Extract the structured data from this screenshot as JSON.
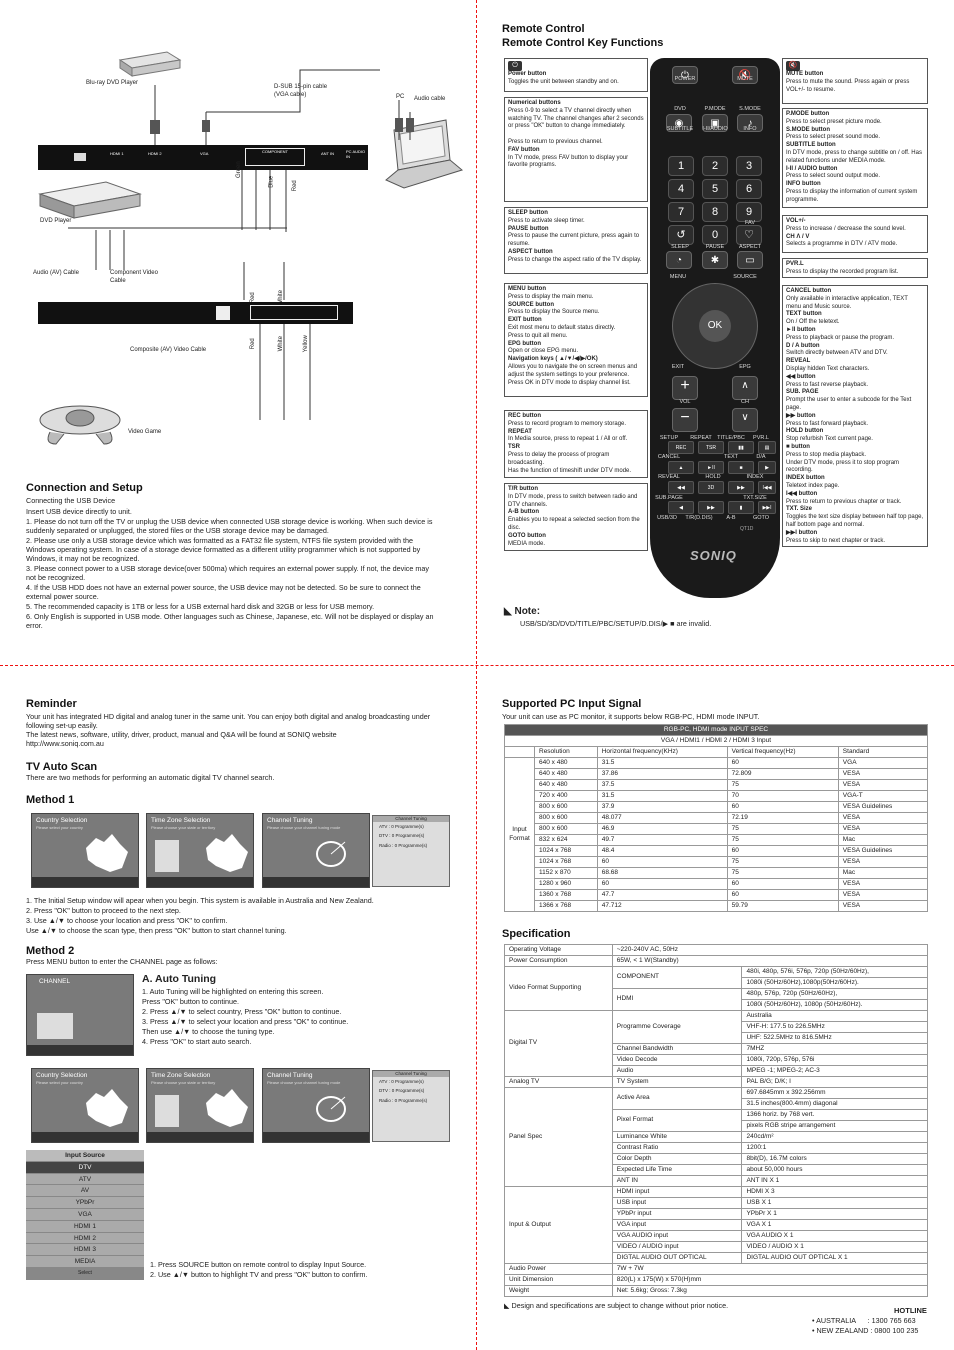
{
  "connection": {
    "labels": {
      "bluray": "Blu-ray DVD Player",
      "dsub": "D-SUB 15-pin cable\n(VGA cable)",
      "pc": "PC",
      "audio_cable": "Audio cable",
      "dvd": "DVD Player",
      "av_cable": "Audio (AV) Cable",
      "component_cable": "Component Video Cable",
      "composite_cable": "Composite (AV) Video Cable",
      "video_game": "Video Game",
      "green": "Green",
      "blue": "Blue",
      "red": "Red",
      "red2": "Red",
      "white": "White",
      "red3": "Red",
      "white2": "White",
      "yellow": "Yellow"
    },
    "panel_ports": [
      "HDMI 1",
      "HDMI 2",
      "VGA",
      "COMPONENT",
      "ANT IN",
      "PC AUDIO IN"
    ],
    "title": "Connection and Setup",
    "usb_title": "Connecting the USB Device",
    "usb_intro": "Insert USB device directly to unit.",
    "items": [
      "1. Please do not turn off the TV or unplug the USB device when connected USB storage device is working. When such device is suddenly separated or unplugged, the stored files or the USB storage device may be damaged.",
      "2. Please use only a USB storage device which was formatted as a FAT32 file system, NTFS file system provided with the Windows operating system. In case of a storage device formatted as a different utility programmer which is not supported by Windows, it may not be recognized.",
      "3. Please connect power to a USB storage device(over 500ma) which requires an external power supply. If not, the device may not be recognized.",
      "4. If the USB HDD does not have an external power source, the USB device may not be detected. So be sure to connect the external power source.",
      "5. The recommended capacity is 1TB or less for a USB external hard disk and 32GB or less for USB memory.",
      "6. Only English is supported in USB mode. Other languages such as Chinese, Japanese, etc. Will not be displayed or display an error."
    ]
  },
  "remote": {
    "title1": "Remote Control",
    "title2": "Remote Control Key Functions",
    "keys": {
      "power": "POWER",
      "mute": "MUTE",
      "dvd": "DVD",
      "pmode": "P.MODE",
      "smode": "S.MODE",
      "subtitle": "SUBTITLE",
      "iii": "I-II/AUDIO",
      "info": "INFO",
      "sleep": "SLEEP",
      "pause": "PAUSE",
      "aspect": "ASPECT",
      "fav": "FAV",
      "menu": "MENU",
      "source": "SOURCE",
      "exit": "EXIT",
      "epg": "EPG",
      "ok": "OK",
      "vol": "VOL",
      "ch": "CH",
      "setup": "SETUP",
      "repeat": "REPEAT",
      "titlepbc": "TITLE/PBC",
      "pvrl": "PVR.L",
      "cancel": "CANCEL",
      "text": "TEXT",
      "da": "D/A",
      "rec": "REC",
      "tsr": "TSR",
      "reveal": "REVEAL",
      "hold": "HOLD",
      "index": "INDEX",
      "subpage": "SUB.PAGE",
      "txtsize": "TXT.SIZE",
      "usb3d": "USB/3D",
      "tr": "T/R(D.DIS)",
      "ab": "A-B",
      "goto": "GOTO",
      "brand": "SONIQ",
      "model": "QT1D"
    },
    "numbers": [
      "1",
      "2",
      "3",
      "4",
      "5",
      "6",
      "7",
      "8",
      "9",
      "0"
    ],
    "left_boxes": [
      "<b>Power button</b><br>Toggles the unit between standby and on.",
      "<b>Numerical buttons</b><br>Press 0-9 to select a TV channel directly when watching TV. The channel changes after 2 seconds or press \"OK\" button to change immediately.<br><br>Press to return to previous channel.<br><b>FAV button</b><br>In TV mode, press FAV button to display your favorite programs.",
      "<b>SLEEP button</b><br>Press to activate sleep timer.<br><b>PAUSE button</b><br>Press to pause the current picture, press again to resume.<br><b>ASPECT button</b><br>Press to change the aspect ratio of the TV display.",
      "<b>MENU button</b><br>Press to display the main menu.<br><b>SOURCE button</b><br>Press to display the Source menu.<br><b>EXIT button</b><br>Exit most menu to default status directly.<br>Press to quit all menu.<br><b>EPG button</b><br>Open or close EPG menu.<br><b>Navigation keys ( ▲/▼/◀/▶/OK)</b><br>Allows you to navigate the on screen menus and adjust the system settings to your preference.<br>Press OK in DTV mode to display channel list.",
      "<b>REC button</b><br>Press to record program to memory storage.<br><b>REPEAT</b><br>In Media source, press to repeat 1 / All or off.<br><b>TSR</b><br>Press to delay the process of program broadcasting.<br>Has the function of timeshift under DTV mode.",
      "<b>T/R button</b><br>In DTV mode, press to switch between radio and DTV channels.<br><b>A-B button</b><br>Enables you to repeat a selected section from the disc.<br><b>GOTO button</b><br>MEDIA mode."
    ],
    "right_boxes": [
      "<b>MUTE button</b><br>Press to mute the sound. Press again or press VOL+/- to resume.",
      "<b>P.MODE button</b><br>Press to select preset picture mode.<br><b>S.MODE button</b><br>Press to select preset sound mode.<br><b>SUBTITLE button</b><br>In DTV mode, press to change subtitle on / off. Has related functions under MEDIA mode.<br><b>I-II / AUDIO button</b><br>Press to select sound output mode.<br><b>INFO button</b><br>Press to display the information of current system programme.",
      "<b>VOL+/-</b><br>Press to increase / decrease the sound level.<br><b>CH Λ / V</b><br>Selects a programme in DTV / ATV mode.",
      "<b>PVR.L</b><br>Press to display the recorded program list.",
      "<b>CANCEL button</b><br>Only available in interactive application, TEXT menu and Music source.<br><b>TEXT button</b><br>On / Off the teletext.<br><b>►II button</b><br>Press to playback or pause the program.<br><b>D / A button</b><br>Switch directly between ATV and DTV.<br><b>REVEAL</b><br>Display hidden Text characters.<br><b>◀◀ button</b><br>Press to fast reverse playback.<br><b>SUB. PAGE</b><br>Prompt the user to enter a subcode for the Text page.<br><b>▶▶ button</b><br>Press to fast forward playback.<br><b>HOLD button</b><br>Stop refurbish Text current page.<br><b>■ button</b><br>Press to stop media playback.<br>Under DTV mode, press it to stop program recording.<br><b>INDEX button</b><br>Teletext index page.<br><b>I◀◀ button</b><br>Press to return to previous chapter or track.<br><b>TXT. Size</b><br>Toggles the text size display between half top page, half bottom page and normal.<br><b>▶▶I button</b><br>Press to skip to next chapter or track."
    ],
    "note_title": "Note:",
    "note_text": "USB/SD/3D/DVD/TITLE/PBC/SETUP/D.DIS/▶  ■ are invalid."
  },
  "reminder": {
    "title": "Reminder",
    "text1": "Your unit has integrated HD digital and analog tuner in the same unit. You can enjoy both digital and analog broadcasting under following set-up easily.",
    "text2": "The latest news, software, utility, driver, product, manual and Q&A will be found at SONIQ website",
    "url": "http://www.soniq.com.au"
  },
  "autoscan": {
    "title": "TV Auto Scan",
    "text": "There are two methods for performing an automatic digital TV channel search."
  },
  "method1": {
    "title": "Method 1",
    "screens": [
      {
        "title": "Country Selection",
        "sub": "Please select your country"
      },
      {
        "title": "Time Zone Selection",
        "sub": "Please choose your state or territory"
      },
      {
        "title": "Channel Tuning",
        "sub": "Please choose your channel tuning mode"
      }
    ],
    "tuning_table": {
      "title": "Channel Tuning",
      "rows": [
        [
          "ATV",
          ":",
          "0 Programme(s)"
        ],
        [
          "DTV",
          ":",
          "0 Programme(s)"
        ],
        [
          "Radio",
          ":",
          "0 Programme(s)"
        ]
      ]
    },
    "steps": [
      "1. The Initial Setup window will apear when you begin. This system is available in Australia and New Zealand.",
      "2. Press \"OK\" button to proceed to the next step.",
      "3. Use ▲/▼ to choose your location and press \"OK\" to confirm.",
      "    Use ▲/▼ to choose the scan type, then press \"OK\" button to start channel tuning."
    ]
  },
  "method2": {
    "title": "Method 2",
    "text": "Press MENU button to enter the CHANNEL page as follows:",
    "auto_title": "A. Auto Tuning",
    "steps": [
      "1. Auto Tuning will be highlighted on entering this screen.",
      "    Press \"OK\" button to continue.",
      "2. Press ▲/▼ to select country, Press \"OK\" button to continue.",
      "3. Press ▲/▼ to select your location and press \"OK\" to continue.",
      "    Then use ▲/▼ to choose the tuning type.",
      "4. Press \"OK\" to start auto search."
    ],
    "channel_label": "CHANNEL",
    "input_source": {
      "title": "Input Source",
      "items": [
        "DTV",
        "ATV",
        "AV",
        "YPbPr",
        "VGA",
        "HDMI 1",
        "HDMI 2",
        "HDMI 3",
        "MEDIA"
      ],
      "footer": "Select"
    },
    "source_steps": [
      "1. Press SOURCE button on remote control to display Input Source.",
      "2. Use ▲/▼ button to highlight TV and press \"OK\" button to confirm."
    ]
  },
  "pc_signal": {
    "title": "Supported PC Input Signal",
    "text": "Your unit can use as PC monitor, it supports below RGB-PC, HDMI mode INPUT.",
    "header1": "RGB-PC, HDMI mode INPUT SPEC",
    "header2": "VGA / HDMI1 / HDMI 2 / HDMI 3 Input",
    "cols": [
      "Resolution",
      "Horizontal frequency(KHz)",
      "Vertical frequency(Hz)",
      "Standard"
    ],
    "side": "Input Format",
    "rows": [
      [
        "640 x 480",
        "31.5",
        "60",
        "VGA"
      ],
      [
        "640 x 480",
        "37.86",
        "72.809",
        "VESA"
      ],
      [
        "640 x 480",
        "37.5",
        "75",
        "VESA"
      ],
      [
        "720 x 400",
        "31.5",
        "70",
        "VGA-T"
      ],
      [
        "800 x 600",
        "37.9",
        "60",
        "VESA Guidelines"
      ],
      [
        "800 x 600",
        "48.077",
        "72.19",
        "VESA"
      ],
      [
        "800 x 600",
        "46.9",
        "75",
        "VESA"
      ],
      [
        "832 x 624",
        "49.7",
        "75",
        "Mac"
      ],
      [
        "1024 x 768",
        "48.4",
        "60",
        "VESA Guidelines"
      ],
      [
        "1024 x 768",
        "60",
        "75",
        "VESA"
      ],
      [
        "1152 x 870",
        "68.68",
        "75",
        "Mac"
      ],
      [
        "1280 x 960",
        "60",
        "60",
        "VESA"
      ],
      [
        "1360 x 768",
        "47.7",
        "60",
        "VESA"
      ],
      [
        "1366 x 768",
        "47.712",
        "59.79",
        "VESA"
      ]
    ]
  },
  "spec": {
    "title": "Specification",
    "footnote": "Design and specifications are subject to change without prior notice.",
    "hotline_title": "HOTLINE",
    "hotline": [
      "• AUSTRALIA      : 1300 765 663",
      "• NEW ZEALAND : 0800 100 235"
    ]
  }
}
